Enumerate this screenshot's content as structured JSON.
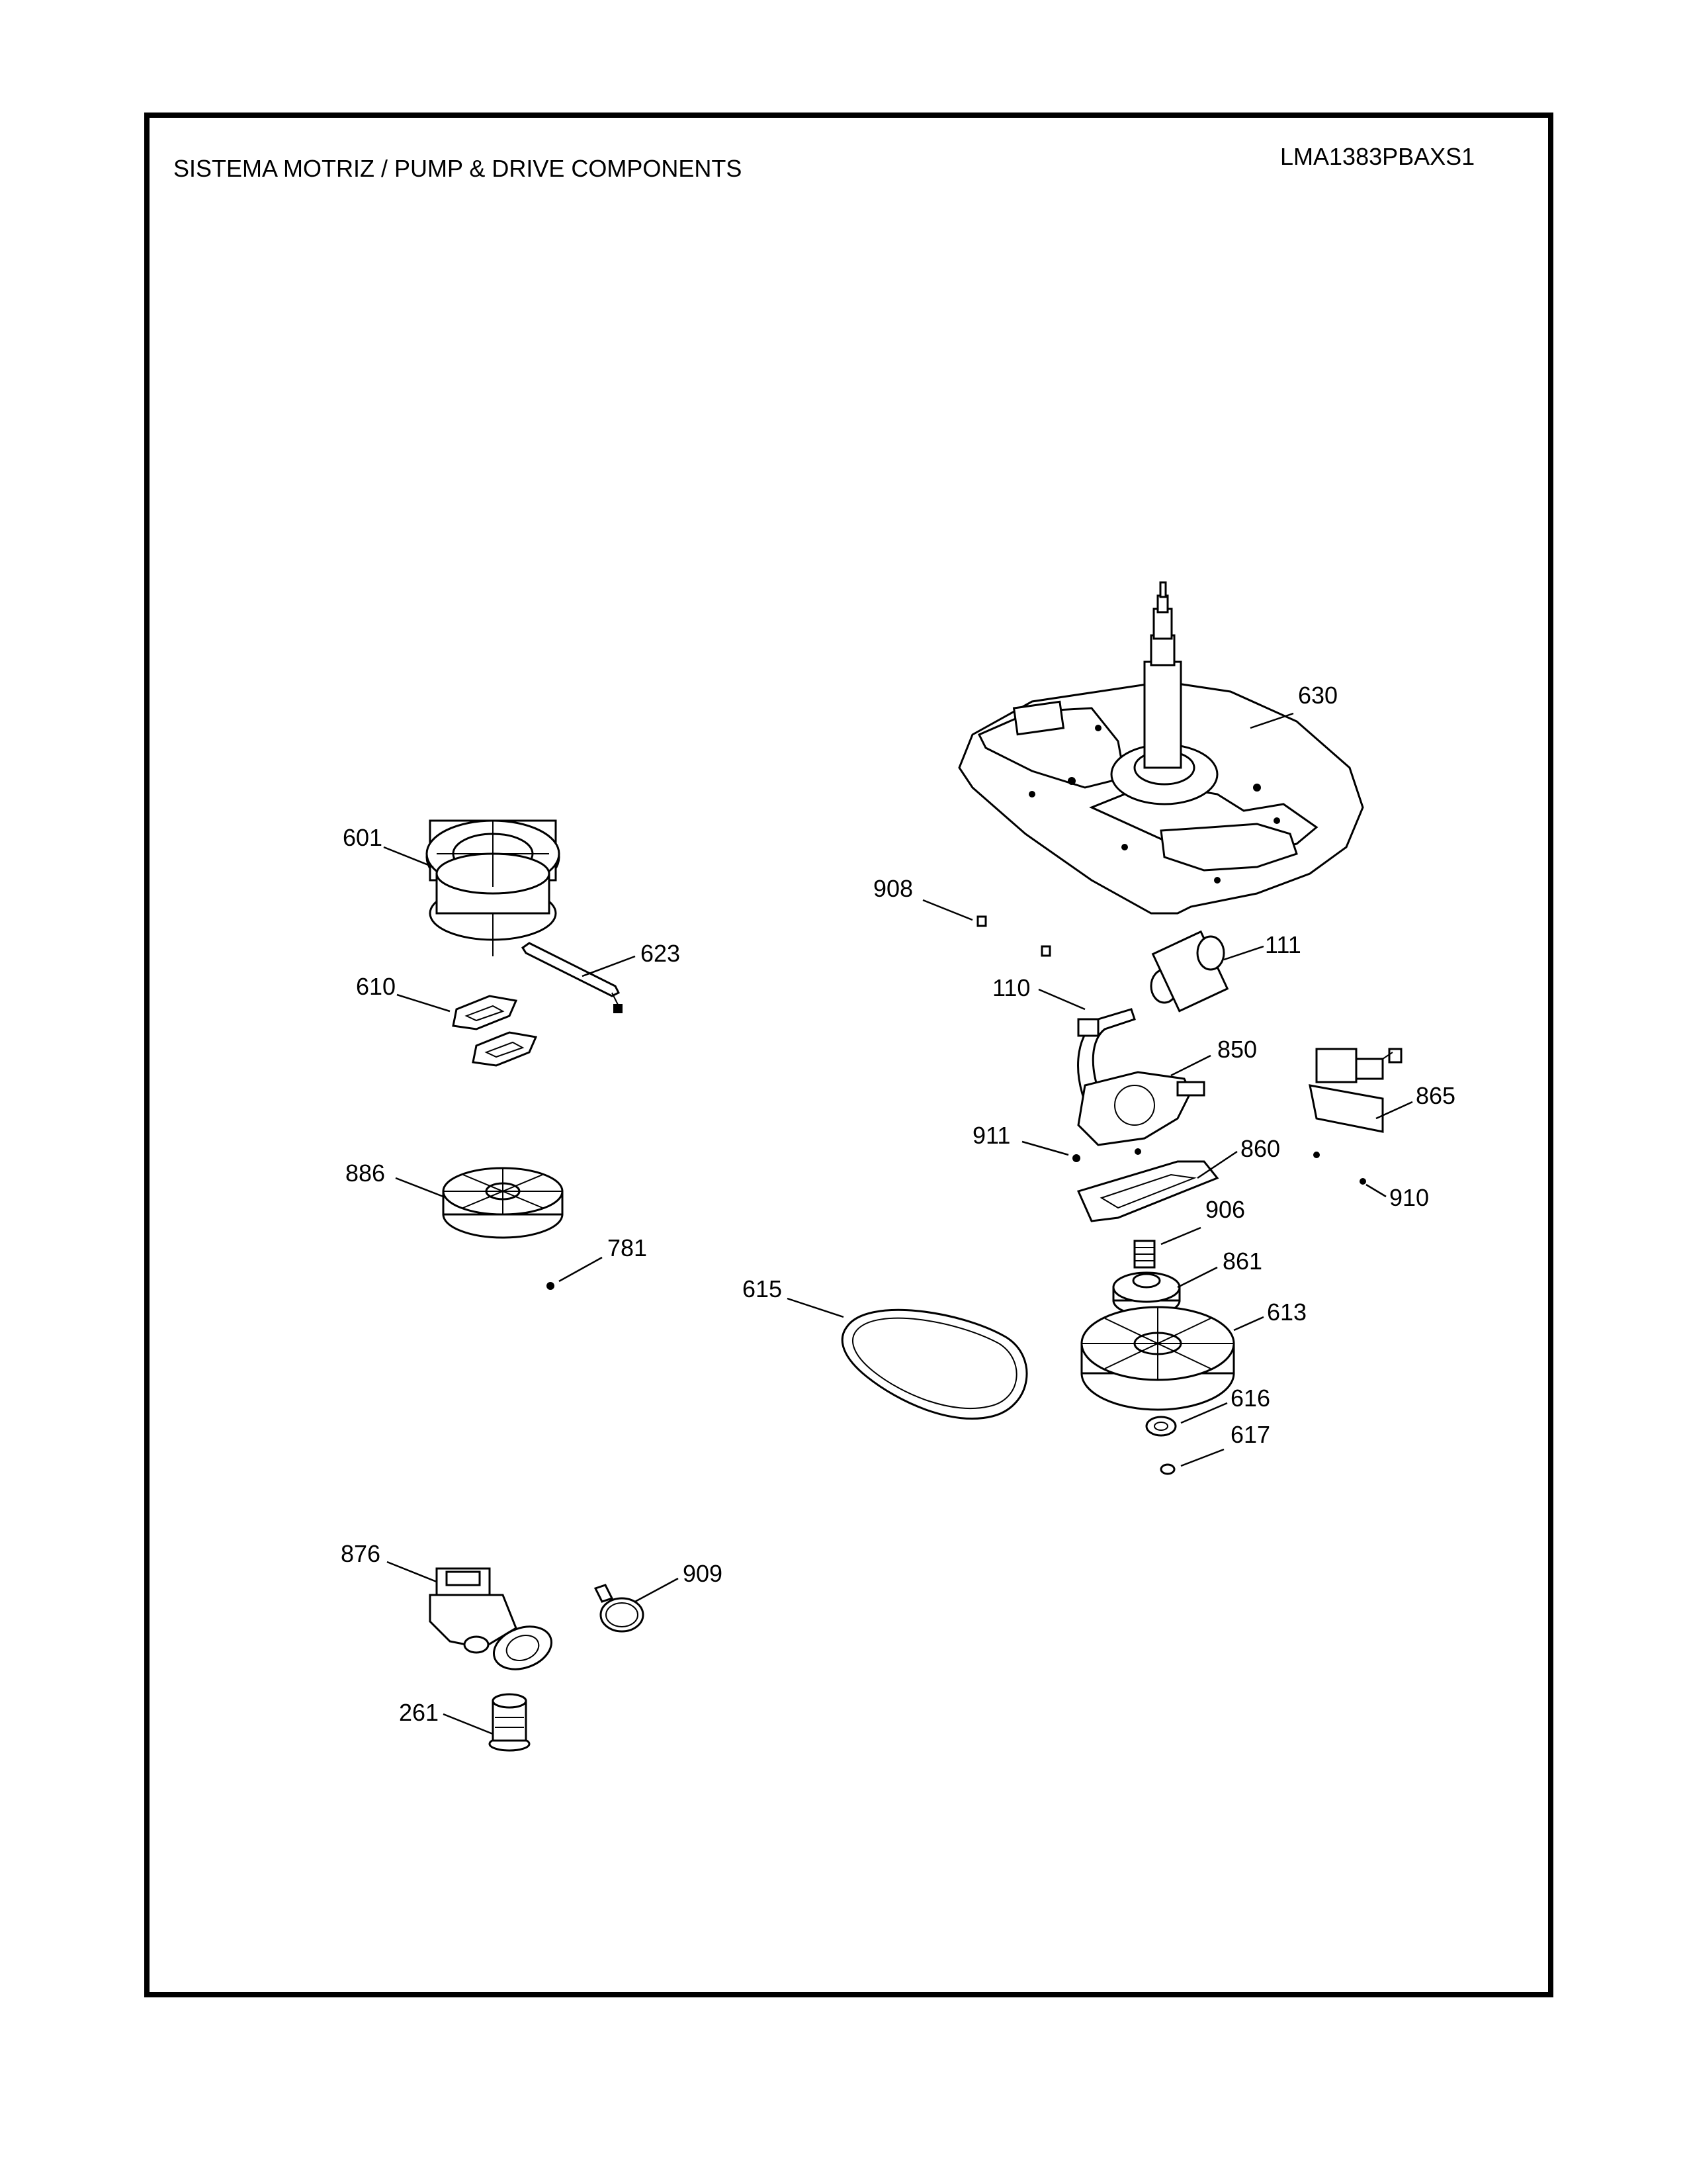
{
  "header": {
    "title": "SISTEMA MOTRIZ / PUMP  &  DRIVE COMPONENTS",
    "model": "LMA1383PBAXS1"
  },
  "callouts": {
    "c601": "601",
    "c623": "623",
    "c610": "610",
    "c886": "886",
    "c781": "781",
    "c876": "876",
    "c909": "909",
    "c261": "261",
    "c630": "630",
    "c908": "908",
    "c111": "111",
    "c110": "110",
    "c850": "850",
    "c865": "865",
    "c911": "911",
    "c860": "860",
    "c910": "910",
    "c906": "906",
    "c861": "861",
    "c615": "615",
    "c613": "613",
    "c616": "616",
    "c617": "617"
  }
}
